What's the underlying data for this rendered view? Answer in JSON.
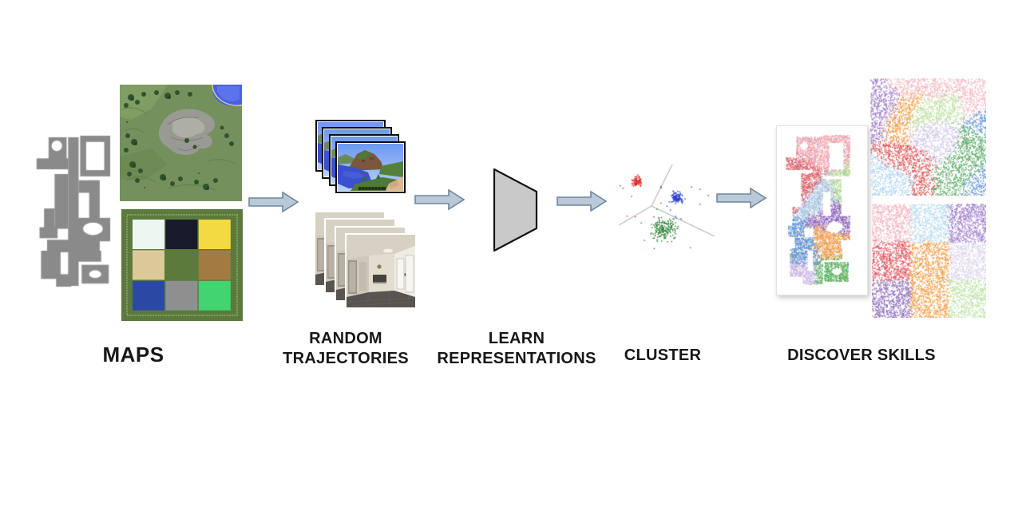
{
  "figure": {
    "type": "skill-discovery-pipeline",
    "background": "#ffffff",
    "stages": [
      {
        "id": "maps",
        "label": "MAPS"
      },
      {
        "id": "random-trajectories",
        "label": "RANDOM\nTRAJECTORIES"
      },
      {
        "id": "learn-representations",
        "label": "LEARN\nREPRESENTATIONS"
      },
      {
        "id": "cluster",
        "label": "CLUSTER"
      },
      {
        "id": "discover-skills",
        "label": "DISCOVER SKILLS"
      }
    ],
    "arrow": {
      "fill": "#bac9d7",
      "stroke": "#6f869d"
    },
    "encoder": {
      "fill": "#c9c9c9",
      "stroke": "#141414"
    },
    "maze_map": {
      "fill": "#8a8a8a"
    },
    "terrain_map": {
      "grass": "#74915d",
      "trees": "#32522f",
      "mountain": "#9a9a94",
      "water": "#4a60e2"
    },
    "grid_map": {
      "frame": "#5c7a3c",
      "inner_line": "#93a973",
      "cells": [
        "#eef6f2",
        "#191a2b",
        "#f3da43",
        "#dbca97",
        "#5c7a3c",
        "#a47a43",
        "#2a49a5",
        "#8f8f8f",
        "#41d471"
      ]
    },
    "trajectory_frames": {
      "minecraft_count": 4,
      "indoor_count": 4
    },
    "cluster_plot": {
      "line": "#999999",
      "clusters": [
        {
          "name": "red-cluster",
          "color": "#dd1f1f"
        },
        {
          "name": "blue-cluster",
          "color": "#2136d6"
        },
        {
          "name": "green-cluster",
          "color": "#1e7a28"
        }
      ]
    },
    "skills": {
      "maze_palette": [
        "#f2a3ae",
        "#e05560",
        "#a9c9e9",
        "#8a5fc0",
        "#f59a40",
        "#5b8fd4",
        "#4caf50",
        "#c9b8e8",
        "#b0d98e"
      ],
      "terrain_palette": [
        "#f4b3bd",
        "#9a78c8",
        "#f59a40",
        "#b8dc9a",
        "#cfc0e6",
        "#e04848",
        "#a8d0ee",
        "#55a860",
        "#5b8fd4"
      ],
      "grid_palette": [
        "#f4b0bb",
        "#b4d8ee",
        "#9a78c8",
        "#e05560",
        "#f59a40",
        "#d9d1ea",
        "#8a68b8",
        "#f59a40",
        "#b8e0a0"
      ]
    }
  }
}
